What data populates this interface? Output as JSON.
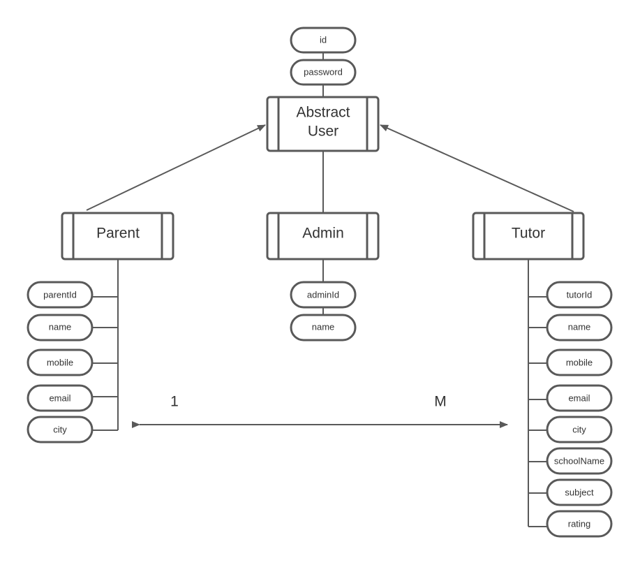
{
  "entities": {
    "abstract_user": {
      "line1": "Abstract",
      "line2": "User"
    },
    "parent": {
      "label": "Parent"
    },
    "admin": {
      "label": "Admin"
    },
    "tutor": {
      "label": "Tutor"
    }
  },
  "attributes": {
    "abstract_user": [
      "id",
      "password"
    ],
    "parent": [
      "parentId",
      "name",
      "mobile",
      "email",
      "city"
    ],
    "admin": [
      "adminId",
      "name"
    ],
    "tutor": [
      "tutorId",
      "name",
      "mobile",
      "email",
      "city",
      "schoolName",
      "subject",
      "rating"
    ]
  },
  "relationship": {
    "left_cardinality": "1",
    "right_cardinality": "M"
  },
  "colors": {
    "stroke": "#595959",
    "text": "#333333",
    "background": "#ffffff"
  }
}
